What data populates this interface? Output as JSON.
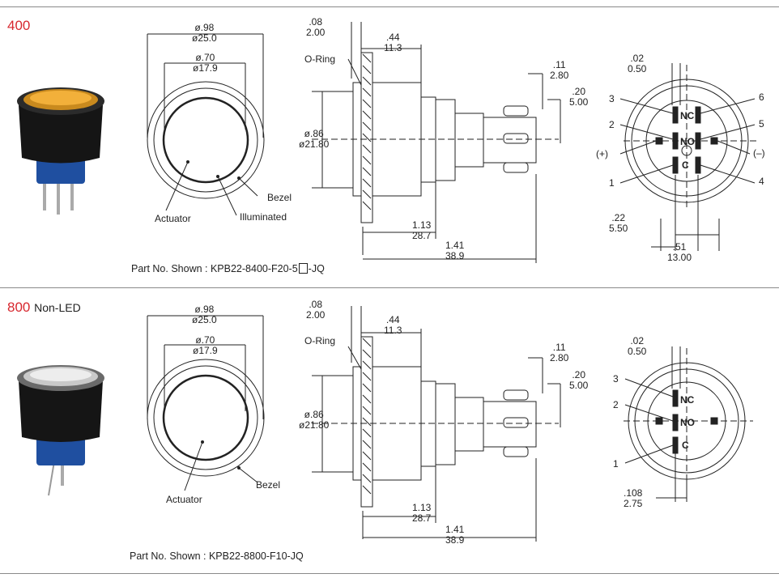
{
  "sections": [
    {
      "series": "400",
      "series_suffix": "",
      "front": {
        "outer_dia": [
          ".ø.98",
          "ø25.0"
        ],
        "inner_dia": [
          "ø.70",
          "ø17.9"
        ],
        "labels": {
          "actuator": "Actuator",
          "illuminated": "Illuminated",
          "bezel": "Bezel"
        }
      },
      "side": {
        "flange": [
          ".08",
          "2.00"
        ],
        "depth": [
          ".44",
          "11.3"
        ],
        "tab1": [
          ".11",
          "2.80"
        ],
        "tab2": [
          ".20",
          "5.00"
        ],
        "body_dia": [
          "ø.86",
          "ø21.80"
        ],
        "len1": [
          "1.13",
          "28.7"
        ],
        "len2": [
          "1.41",
          "38.9"
        ],
        "oring": "O-Ring"
      },
      "rear": {
        "top": [
          ".02",
          "0.50"
        ],
        "bl": [
          ".22",
          "5.50"
        ],
        "br": [
          ".51",
          "13.00"
        ],
        "pins": [
          "1",
          "2",
          "3",
          "4",
          "5",
          "6"
        ],
        "plus": "(+)",
        "minus": "(–)",
        "codes": [
          "NC",
          "NO",
          "C"
        ]
      },
      "part_label": "Part No. Shown : KPB22-8400-F20-5",
      "part_suffix": "-JQ"
    },
    {
      "series": "800",
      "series_suffix": "Non-LED",
      "front": {
        "outer_dia": [
          "ø.98",
          "ø25.0"
        ],
        "inner_dia": [
          "ø.70",
          "ø17.9"
        ],
        "labels": {
          "actuator": "Actuator",
          "bezel": "Bezel"
        }
      },
      "side": {
        "flange": [
          ".08",
          "2.00"
        ],
        "depth": [
          ".44",
          "11.3"
        ],
        "tab1": [
          ".11",
          "2.80"
        ],
        "tab2": [
          ".20",
          "5.00"
        ],
        "body_dia": [
          "ø.86",
          "ø21.80"
        ],
        "len1": [
          "1.13",
          "28.7"
        ],
        "len2": [
          "1.41",
          "38.9"
        ],
        "oring": "O-Ring"
      },
      "rear": {
        "top": [
          ".02",
          "0.50"
        ],
        "bl": [
          ".108",
          "2.75"
        ],
        "pins": [
          "1",
          "2",
          "3"
        ],
        "codes": [
          "NC",
          "NO",
          "C"
        ]
      },
      "part_label": "Part No. Shown : KPB22-8800-F10-JQ"
    }
  ]
}
